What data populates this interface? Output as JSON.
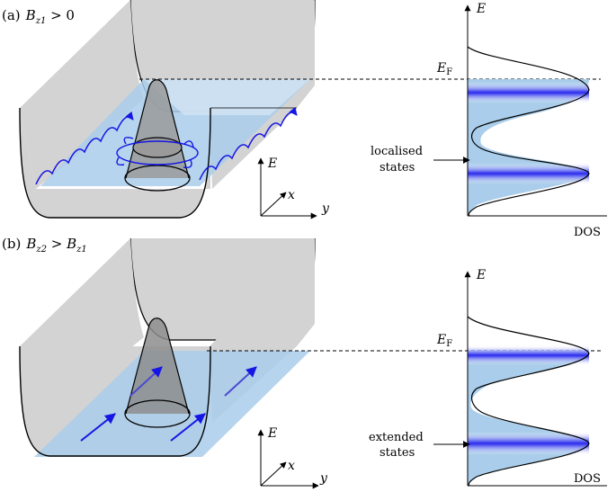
{
  "panels": [
    {
      "id": "a",
      "tag": "(a)",
      "condition": {
        "base": "B",
        "sub": "z1",
        "rel": " > 0"
      },
      "axes3d": {
        "e": "E",
        "x": "x",
        "y": "y"
      },
      "dos": {
        "e_axis": "E",
        "fermi_base": "E",
        "fermi_sub": "F",
        "x_axis": "DOS"
      },
      "annotation": [
        "localised",
        "states"
      ],
      "regime": "localised"
    },
    {
      "id": "b",
      "tag": "(b)",
      "condition": {
        "base": "B",
        "sub": "z2",
        "rel": " > ",
        "base2": "B",
        "sub2": "z1"
      },
      "axes3d": {
        "e": "E",
        "x": "x",
        "y": "y"
      },
      "dos": {
        "e_axis": "E",
        "fermi_base": "E",
        "fermi_sub": "F",
        "x_axis": "DOS"
      },
      "annotation": [
        "extended",
        "states"
      ],
      "regime": "extended"
    }
  ],
  "colors": {
    "wall": "#d3d3d3",
    "wall_stroke": "#000000",
    "plane": "#a9cdea",
    "plane_light": "#cfe2f3",
    "band": "#3c3cf0",
    "arrow": "#1515e6",
    "tip": "#9a9a9a"
  }
}
